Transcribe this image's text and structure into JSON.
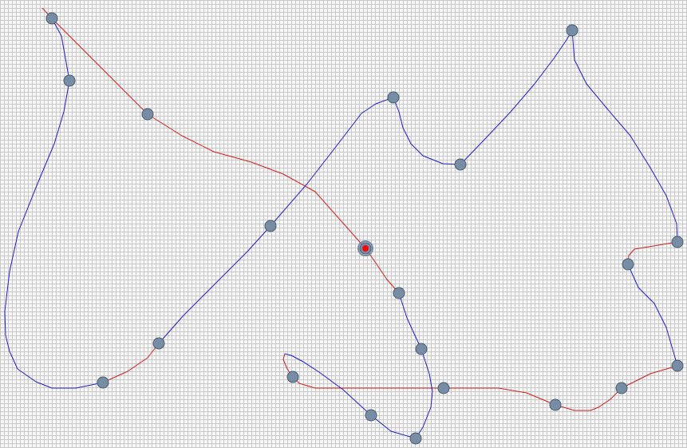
{
  "colors": {
    "segment_a": "#1f1fc8",
    "segment_b": "#d01f1f",
    "node_fill": "#778da6",
    "node_stroke": "#4a5c70",
    "selected_dot": "#ff0000"
  },
  "nodes": [
    {
      "id": "n1"
    },
    {
      "id": "n2"
    },
    {
      "id": "n3"
    },
    {
      "id": "n4"
    },
    {
      "id": "n5"
    },
    {
      "id": "n6"
    },
    {
      "id": "n7"
    },
    {
      "id": "n8"
    },
    {
      "id": "n9"
    },
    {
      "id": "n10"
    },
    {
      "id": "n11"
    },
    {
      "id": "n12"
    },
    {
      "id": "n13"
    },
    {
      "id": "n14"
    },
    {
      "id": "n15"
    },
    {
      "id": "n16"
    },
    {
      "id": "n17"
    },
    {
      "id": "n18"
    },
    {
      "id": "n19"
    },
    {
      "id": "n20"
    },
    {
      "id": "n21"
    },
    {
      "id": "n22"
    }
  ],
  "selected_node": "n8"
}
